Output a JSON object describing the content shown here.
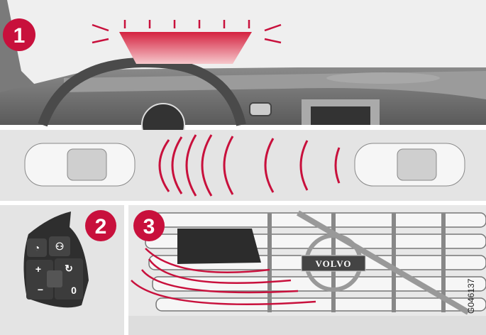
{
  "panels": {
    "head_up_display": {
      "badge": "1"
    },
    "distance_waves": {},
    "steering_buttons": {
      "badge": "2",
      "buttons": {
        "plus": "+",
        "minus": "−",
        "zero": "0"
      }
    },
    "radar_grille": {
      "badge": "3",
      "logo": "VOLVO"
    }
  },
  "figure_code": "G046137",
  "colors": {
    "accent": "#c8103c",
    "panel_bg": "#e4e4e4",
    "sky": "#efefef"
  }
}
